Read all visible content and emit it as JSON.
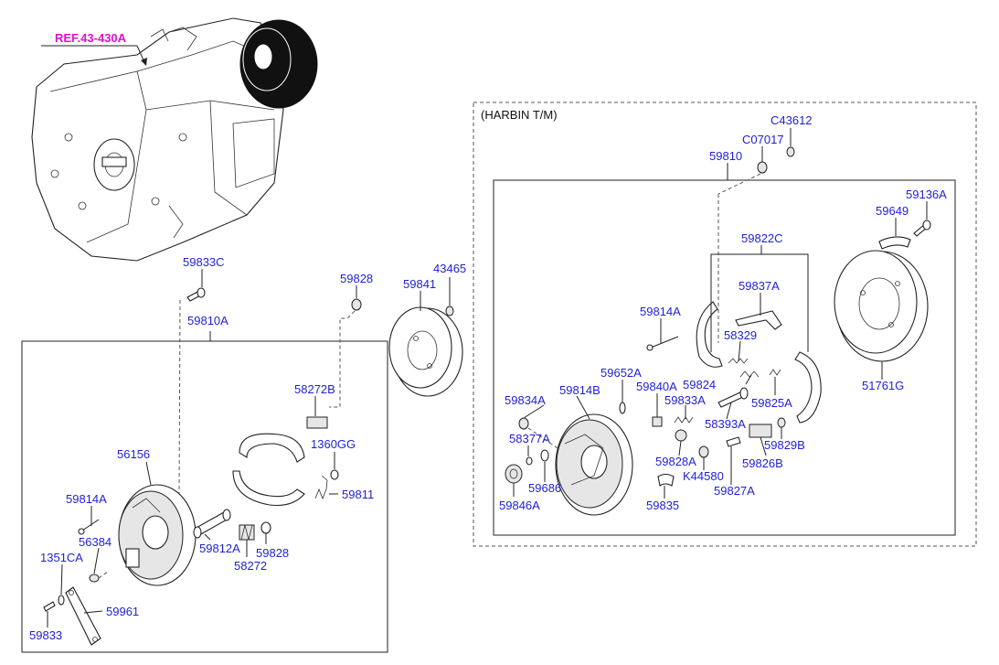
{
  "reference": {
    "label": "REF.43-430A",
    "color": "#e010d0"
  },
  "group": {
    "label": "(HARBIN T/M)"
  },
  "label_color": "#1f1fd6",
  "parts_left": {
    "p59833C": "59833C",
    "p59810A": "59810A",
    "p59828_top": "59828",
    "p59841": "59841",
    "p43465": "43465",
    "p58272B": "58272B",
    "p1360GG": "1360GG",
    "p56156": "56156",
    "p59811": "59811",
    "p59814A": "59814A",
    "p56384": "56384",
    "p1351CA": "1351CA",
    "p59812A": "59812A",
    "p59828_bottom": "59828",
    "p58272": "58272",
    "p59961": "59961",
    "p59833": "59833"
  },
  "parts_right": {
    "pC43612": "C43612",
    "pC07017": "C07017",
    "p59810": "59810",
    "p59136A": "59136A",
    "p59649": "59649",
    "p59822C": "59822C",
    "p59837A": "59837A",
    "p59814A": "59814A",
    "p58329": "58329",
    "p59652A": "59652A",
    "p59840A": "59840A",
    "p59824": "59824",
    "p59834A": "59834A",
    "p59814B": "59814B",
    "p59833A": "59833A",
    "p59825A": "59825A",
    "p51761G": "51761G",
    "p58393A": "58393A",
    "p58377A": "58377A",
    "p59829B": "59829B",
    "p59828A": "59828A",
    "p59826B": "59826B",
    "p59686": "59686",
    "pK44580": "K44580",
    "p59846A": "59846A",
    "p59835": "59835",
    "p59827A": "59827A"
  }
}
